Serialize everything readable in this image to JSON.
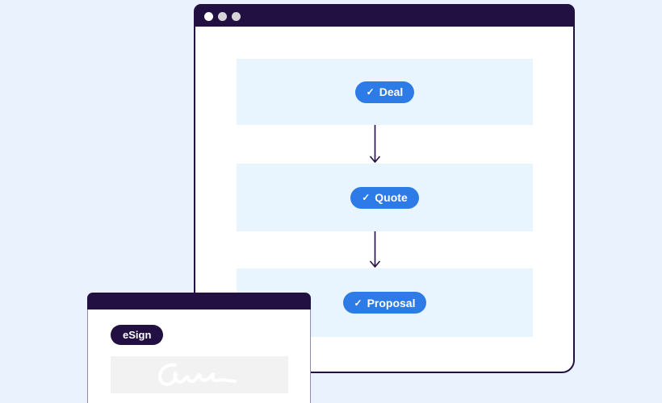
{
  "colors": {
    "page_background": "#eaf2fe",
    "window_header": "#221043",
    "window_border": "#221043",
    "band_background": "#e9f5fe",
    "accent_blue": "#2d7be7",
    "esign_badge_background": "#221043",
    "signature_box_background": "#f2f2f2",
    "signature_stroke": "#ffffff"
  },
  "icons": {
    "check": "✓"
  },
  "browser_window": {
    "traffic_light_count": 3,
    "workflow": {
      "steps": [
        {
          "label": "Deal"
        },
        {
          "label": "Quote"
        },
        {
          "label": "Proposal"
        }
      ]
    }
  },
  "esign_window": {
    "badge_label": "eSign",
    "signature": "signature-scribble"
  }
}
